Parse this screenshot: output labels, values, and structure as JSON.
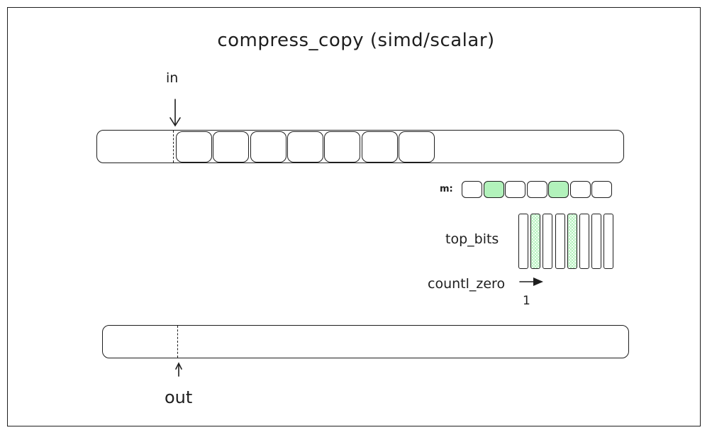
{
  "title": "compress_copy (simd/scalar)",
  "labels": {
    "in": "in",
    "out": "out",
    "m": "m:",
    "top_bits": "top_bits",
    "countl_zero": "countl_zero",
    "result": "1"
  },
  "colors": {
    "stroke": "#1e1e1e",
    "mask_on": "#b2f2bb",
    "background": "#ffffff"
  },
  "in_cells": 7,
  "mask_bits": [
    0,
    1,
    0,
    0,
    1,
    0,
    0
  ],
  "top_bits": [
    0,
    1,
    0,
    0,
    1,
    0,
    0,
    0
  ]
}
